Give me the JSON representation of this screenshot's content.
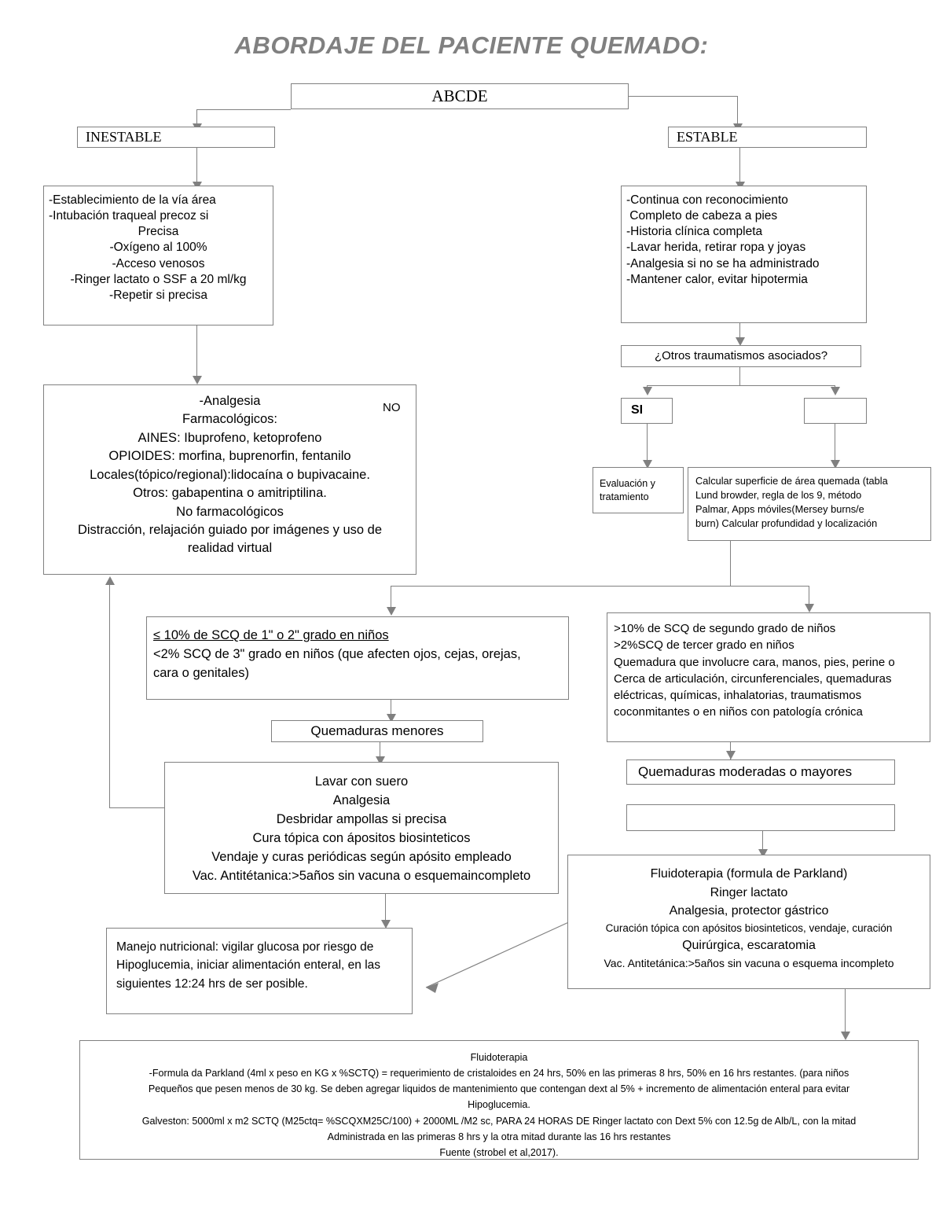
{
  "title": "ABORDAJE DEL PACIENTE QUEMADO:",
  "colors": {
    "line": "#808080",
    "title": "#808080",
    "text": "#000000",
    "background": "#ffffff"
  },
  "nodes": {
    "abcde": {
      "label": "ABCDE"
    },
    "inestable": {
      "label": "INESTABLE"
    },
    "estable": {
      "label": "ESTABLE"
    },
    "inestable_acciones": {
      "lines": [
        "-Establecimiento de la vía área",
        "-Intubación traqueal precoz si",
        "Precisa",
        "-Oxígeno al 100%",
        "-Acceso venosos",
        "-Ringer lactato o SSF a 20 ml/kg",
        "-Repetir si precisa"
      ]
    },
    "estable_acciones": {
      "lines": [
        "-Continua con reconocimiento",
        " Completo de cabeza a pies",
        "-Historia clínica completa",
        "-Lavar herida, retirar ropa y joyas",
        "-Analgesia si no se ha administrado",
        "-Mantener calor, evitar hipotermia"
      ]
    },
    "otros_traumatismos": {
      "label": "¿Otros traumatismos asociados?"
    },
    "si": {
      "label": "SI"
    },
    "no_box": {
      "label": ""
    },
    "no_label": {
      "label": "NO"
    },
    "evaluacion": {
      "lines": [
        "Evaluación y",
        "tratamiento"
      ]
    },
    "calcular_superficie": {
      "lines": [
        "Calcular superficie de área quemada (tabla",
        "Lund browder, regla de los 9, método",
        "Palmar, Apps móviles(Mersey burns/e",
        "burn) Calcular profundidad y localización"
      ]
    },
    "analgesia": {
      "lines": [
        "-Analgesia",
        "Farmacológicos:",
        "AINES: Ibuprofeno, ketoprofeno",
        "OPIOIDES: morfina, buprenorfin, fentanilo",
        "Locales(tópico/regional):lidocaína o bupivacaine.",
        "Otros: gabapentina o amitriptilina.",
        "No farmacológicos",
        "Distracción, relajación guiado por imágenes y uso de",
        "realidad virtual"
      ]
    },
    "criterio_menores": {
      "lines": [
        "≤ 10% de SCQ de 1\" o 2\" grado en niños",
        "<2% SCQ de 3\" grado en niños (que afecten ojos, cejas, orejas,",
        " cara o genitales)"
      ]
    },
    "criterio_mayores": {
      "lines": [
        ">10% de SCQ de segundo grado de niños",
        ">2%SCQ de tercer grado en niños",
        "Quemadura que involucre cara, manos, pies, perine o",
        "Cerca de articulación, circunferenciales, quemaduras",
        "eléctricas, químicas, inhalatorias, traumatismos",
        "coconmitantes o en niños con patología crónica"
      ]
    },
    "quemaduras_menores": {
      "label": "Quemaduras menores"
    },
    "quemaduras_mayores": {
      "label": "Quemaduras moderadas o mayores"
    },
    "empty_box": {
      "label": ""
    },
    "tratamiento_menores": {
      "lines": [
        "Lavar con suero",
        "Analgesia",
        "Desbridar ampollas si precisa",
        "Cura tópica con ápositos biosinteticos",
        "Vendaje y curas periódicas según apósito empleado",
        "Vac. Antitétanica:>5años sin vacuna o esquemaincompleto"
      ]
    },
    "tratamiento_mayores": {
      "lines": [
        "Fluidoterapia (formula de Parkland)",
        "Ringer lactato",
        "Analgesia, protector gástrico",
        "Curación tópica con apósitos biosinteticos, vendaje, curación",
        "Quirúrgica, escaratomia",
        "Vac. Antitetánica:>5años sin vacuna o esquema incompleto"
      ]
    },
    "manejo_nutricional": {
      "lines": [
        "Manejo nutricional: vigilar glucosa por riesgo de",
        "Hipoglucemia, iniciar alimentación enteral, en las",
        "siguientes 12:24 hrs de ser posible."
      ]
    },
    "footer": {
      "lines": [
        "Fluidoterapia",
        "-Formula da Parkland (4ml x peso en KG x %SCTQ) = requerimiento de cristaloides en 24 hrs, 50% en las primeras 8 hrs, 50% en 16 hrs restantes. (para niños",
        "Pequeños que pesen menos de 30 kg. Se deben agregar liquidos de mantenimiento que contengan dext al 5% + incremento de alimentación enteral para evitar",
        "Hipoglucemia.",
        "Galveston: 5000ml x m2 SCTQ (M25ctq= %SCQXM25C/100) + 2000ML /M2 sc, PARA 24 HORAS DE Ringer lactato con Dext 5% con 12.5g de Alb/L, con la mitad",
        "Administrada en las primeras 8 hrs y la otra mitad durante las 16 hrs restantes",
        "Fuente (strobel et al,2017)."
      ]
    }
  }
}
